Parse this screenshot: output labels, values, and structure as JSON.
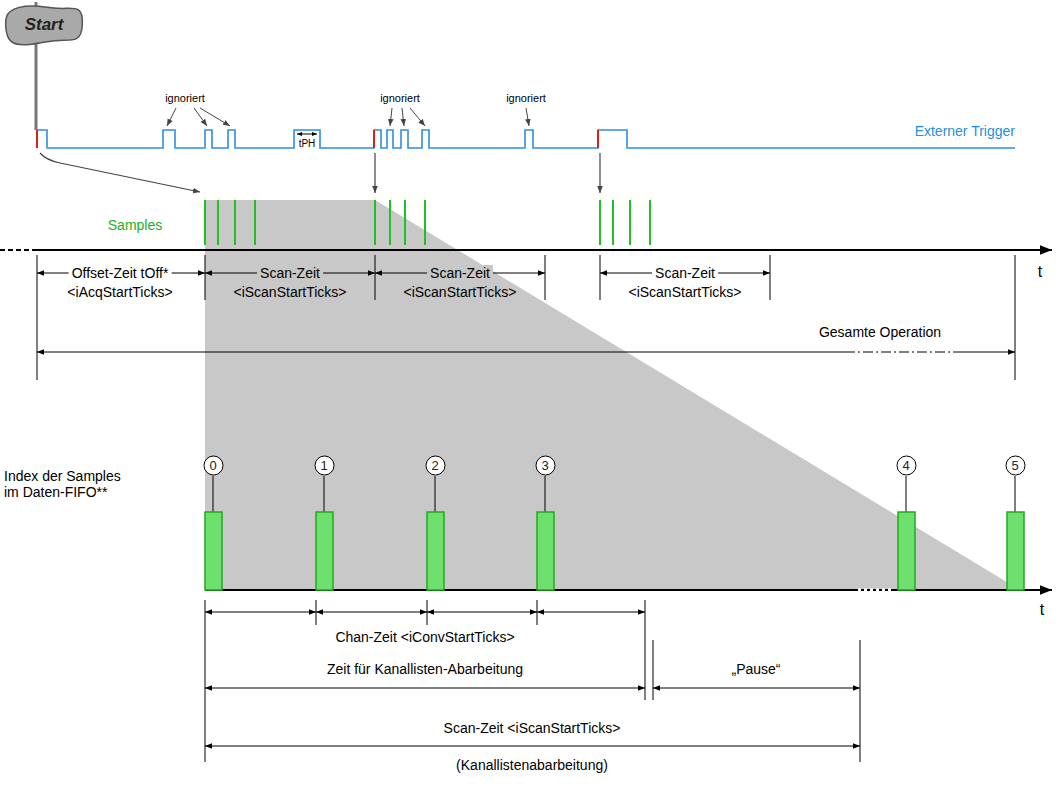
{
  "diagram": {
    "nodes": [
      {
        "text": [
          "Start"
        ]
      },
      {
        "text": [
          "0"
        ]
      },
      {
        "text": [
          "1"
        ]
      },
      {
        "text": [
          "2"
        ]
      },
      {
        "text": [
          "3"
        ]
      },
      {
        "text": [
          "4"
        ]
      },
      {
        "text": [
          "5"
        ]
      }
    ],
    "labels": [
      "ignoriert",
      "ignoriert",
      "ignoriert",
      "tPH",
      "Externer Trigger",
      "Samples",
      "Offset-Zeit tOff*",
      "<iAcqStartTicks>",
      "Scan-Zeit",
      "<iScanStartTicks>",
      "Scan-Zeit",
      "<iScanStartTicks>",
      "Scan-Zeit",
      "<iScanStartTicks>",
      "t",
      "Gesamte Operation",
      "Index der Samples im Daten-FIFO**",
      "t",
      "Chan-Zeit <iConvStartTicks>",
      "Zeit für Kanallisten-Abarbeitung",
      "„Pause“",
      "Scan-Zeit <iScanStartTicks>",
      "(Kanallistenabarbeitung)"
    ]
  }
}
